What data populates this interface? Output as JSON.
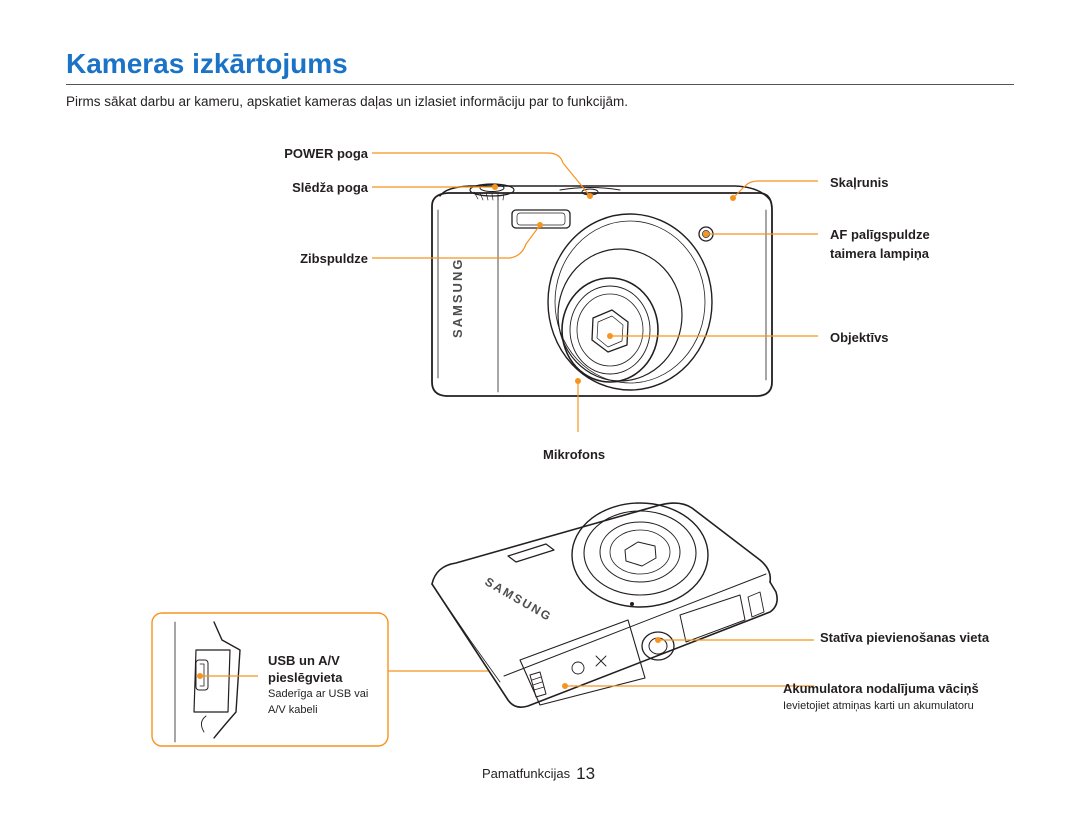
{
  "page": {
    "title": "Kameras izkārtojums",
    "intro": "Pirms sākat darbu ar kameru, apskatiet kameras daļas un izlasiet informāciju par to funkcijām.",
    "footer_section": "Pamatfunkcijas",
    "footer_page": "13"
  },
  "front_view": {
    "brand": "SAMSUNG",
    "labels": {
      "power": "POWER poga",
      "shutter": "Slēdža poga",
      "flash": "Zibspuldze",
      "speaker": "Skaļrunis",
      "af_line1": "AF palīgspuldze",
      "af_line2": "taimera lampiņa",
      "lens": "Objektīvs",
      "mic": "Mikrofons"
    }
  },
  "back_view": {
    "brand": "SAMSUNG",
    "labels": {
      "usb_line1": "USB un A/V",
      "usb_line2": "pieslēgvieta",
      "usb_note1": "Saderīga ar USB vai",
      "usb_note2": "A/V kabeli",
      "tripod": "Statīva pievienošanas vieta",
      "battery": "Akumulatora nodalījuma vāciņš",
      "battery_note": "Ievietojiet atmiņas karti un akumulatoru"
    }
  },
  "colors": {
    "accent": "#1a73c6",
    "callout": "#f7941d"
  }
}
